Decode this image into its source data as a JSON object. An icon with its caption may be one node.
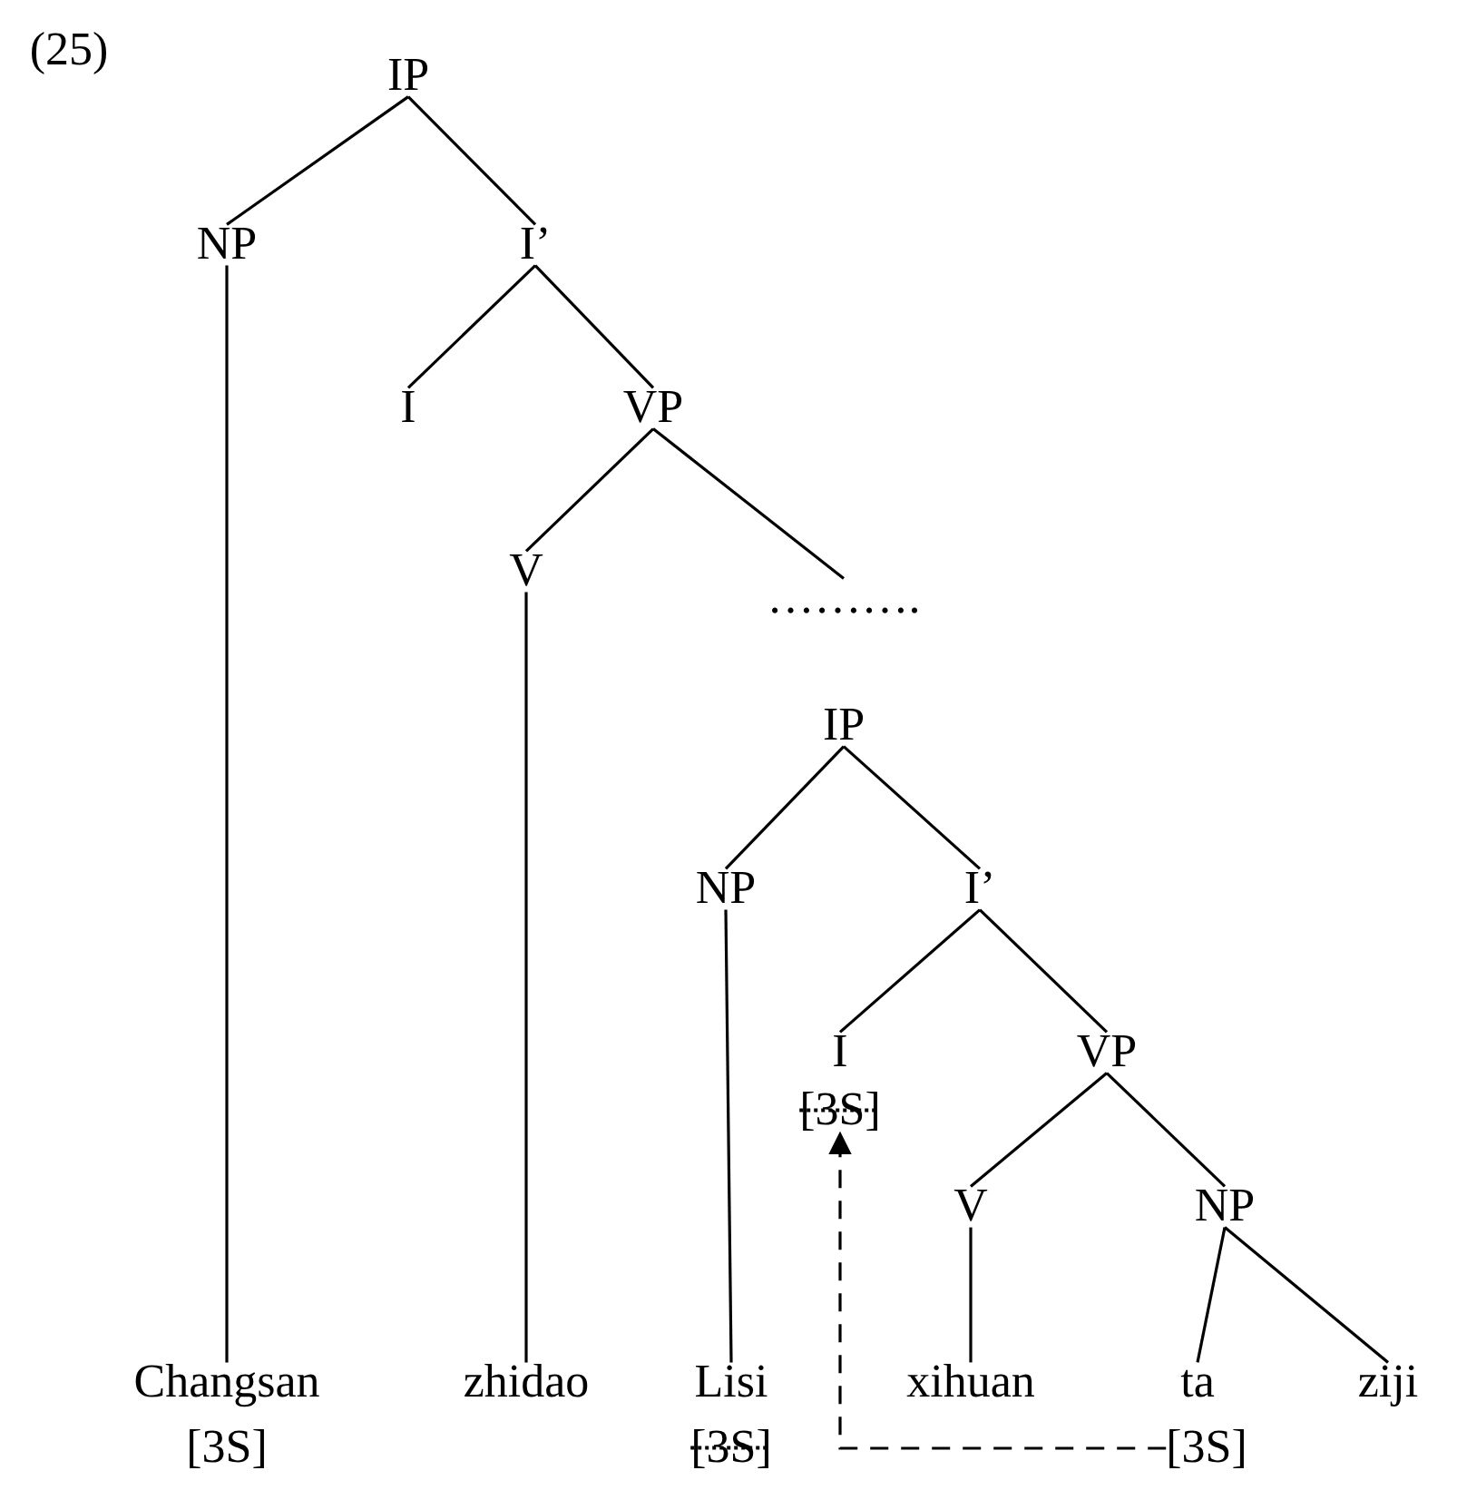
{
  "diagram": {
    "nodes": [
      {
        "text": [
          "IP"
        ]
      },
      {
        "text": [
          "NP"
        ]
      },
      {
        "text": [
          "I’"
        ]
      },
      {
        "text": [
          "I"
        ]
      },
      {
        "text": [
          "VP"
        ]
      },
      {
        "text": [
          "V"
        ]
      },
      {
        "text": [
          "………."
        ]
      },
      {
        "text": [
          "IP"
        ]
      },
      {
        "text": [
          "NP"
        ]
      },
      {
        "text": [
          "I’"
        ]
      },
      {
        "text": [
          "I"
        ]
      },
      {
        "text": [
          "VP"
        ]
      },
      {
        "text": [
          "[3S]"
        ]
      },
      {
        "text": [
          "V"
        ]
      },
      {
        "text": [
          "NP"
        ]
      },
      {
        "text": [
          "Changsan"
        ]
      },
      {
        "text": [
          "zhidao"
        ]
      },
      {
        "text": [
          "Lisi"
        ]
      },
      {
        "text": [
          "xihuan"
        ]
      },
      {
        "text": [
          "ta"
        ]
      },
      {
        "text": [
          "ziji"
        ]
      },
      {
        "text": [
          "[3S]"
        ]
      },
      {
        "text": [
          "[3S]"
        ]
      },
      {
        "text": [
          "[3S]"
        ]
      }
    ],
    "edges": [
      {
        "from": 0,
        "to": 1,
        "arrow": "none"
      },
      {
        "from": 0,
        "to": 2,
        "arrow": "none"
      },
      {
        "from": 1,
        "to": 15,
        "arrow": "none"
      },
      {
        "from": 2,
        "to": 3,
        "arrow": "none"
      },
      {
        "from": 2,
        "to": 4,
        "arrow": "none"
      },
      {
        "from": 4,
        "to": 5,
        "arrow": "none"
      },
      {
        "from": 4,
        "to": 6,
        "arrow": "none"
      },
      {
        "from": 5,
        "to": 16,
        "arrow": "none"
      },
      {
        "from": 7,
        "to": 8,
        "arrow": "none"
      },
      {
        "from": 7,
        "to": 9,
        "arrow": "none"
      },
      {
        "from": 8,
        "to": 17,
        "arrow": "none"
      },
      {
        "from": 9,
        "to": 10,
        "arrow": "none"
      },
      {
        "from": 9,
        "to": 11,
        "arrow": "none"
      },
      {
        "from": 11,
        "to": 13,
        "arrow": "none"
      },
      {
        "from": 11,
        "to": 14,
        "arrow": "none"
      },
      {
        "from": 13,
        "to": 18,
        "arrow": "none"
      },
      {
        "from": 14,
        "to": 19,
        "arrow": "none"
      },
      {
        "from": 14,
        "to": 20,
        "arrow": "none"
      },
      {
        "from": 23,
        "to": 12,
        "arrow": "to",
        "style": "dashed"
      }
    ],
    "labels": [
      "(25)"
    ]
  }
}
